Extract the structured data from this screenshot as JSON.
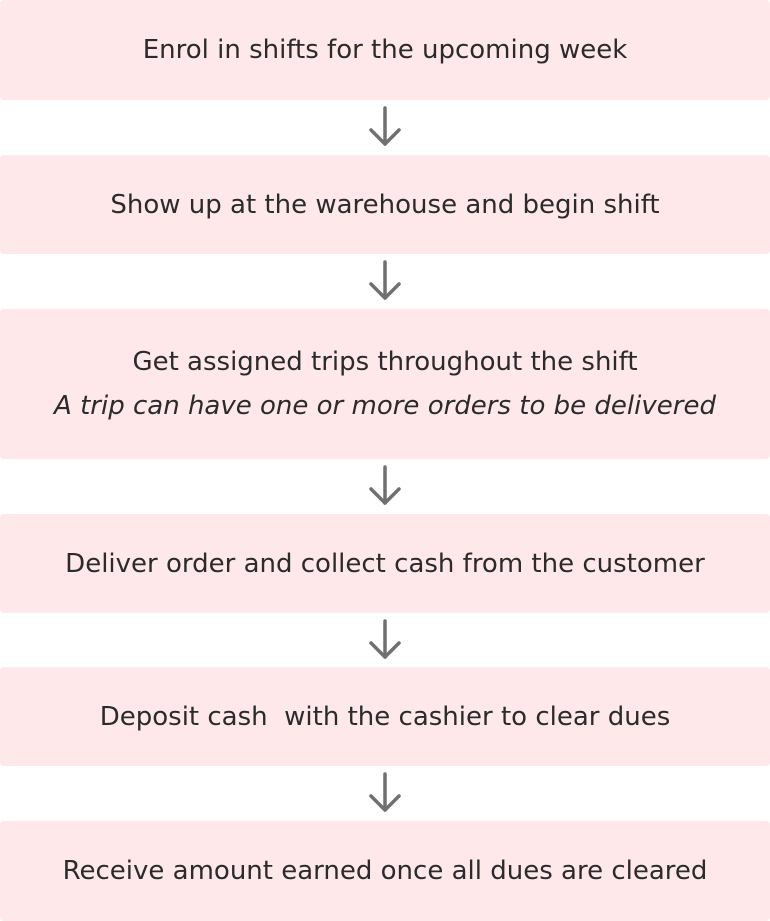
{
  "flow": {
    "steps": [
      {
        "label": "Enrol in shifts for the upcoming week"
      },
      {
        "label": "Show up at the warehouse and begin shift"
      },
      {
        "label": "Get assigned trips throughout the shift",
        "note": "A trip can have one or more orders to be delivered"
      },
      {
        "label": "Deliver order and collect cash from the customer"
      },
      {
        "label": "Deposit cash  with the cashier to clear dues"
      },
      {
        "label": "Receive amount earned once all dues are cleared"
      }
    ],
    "arrow_icon": "down-arrow-icon",
    "colors": {
      "box_fill": "#ffe8ea",
      "text": "#2b2b2b",
      "arrow": "#707070"
    }
  }
}
